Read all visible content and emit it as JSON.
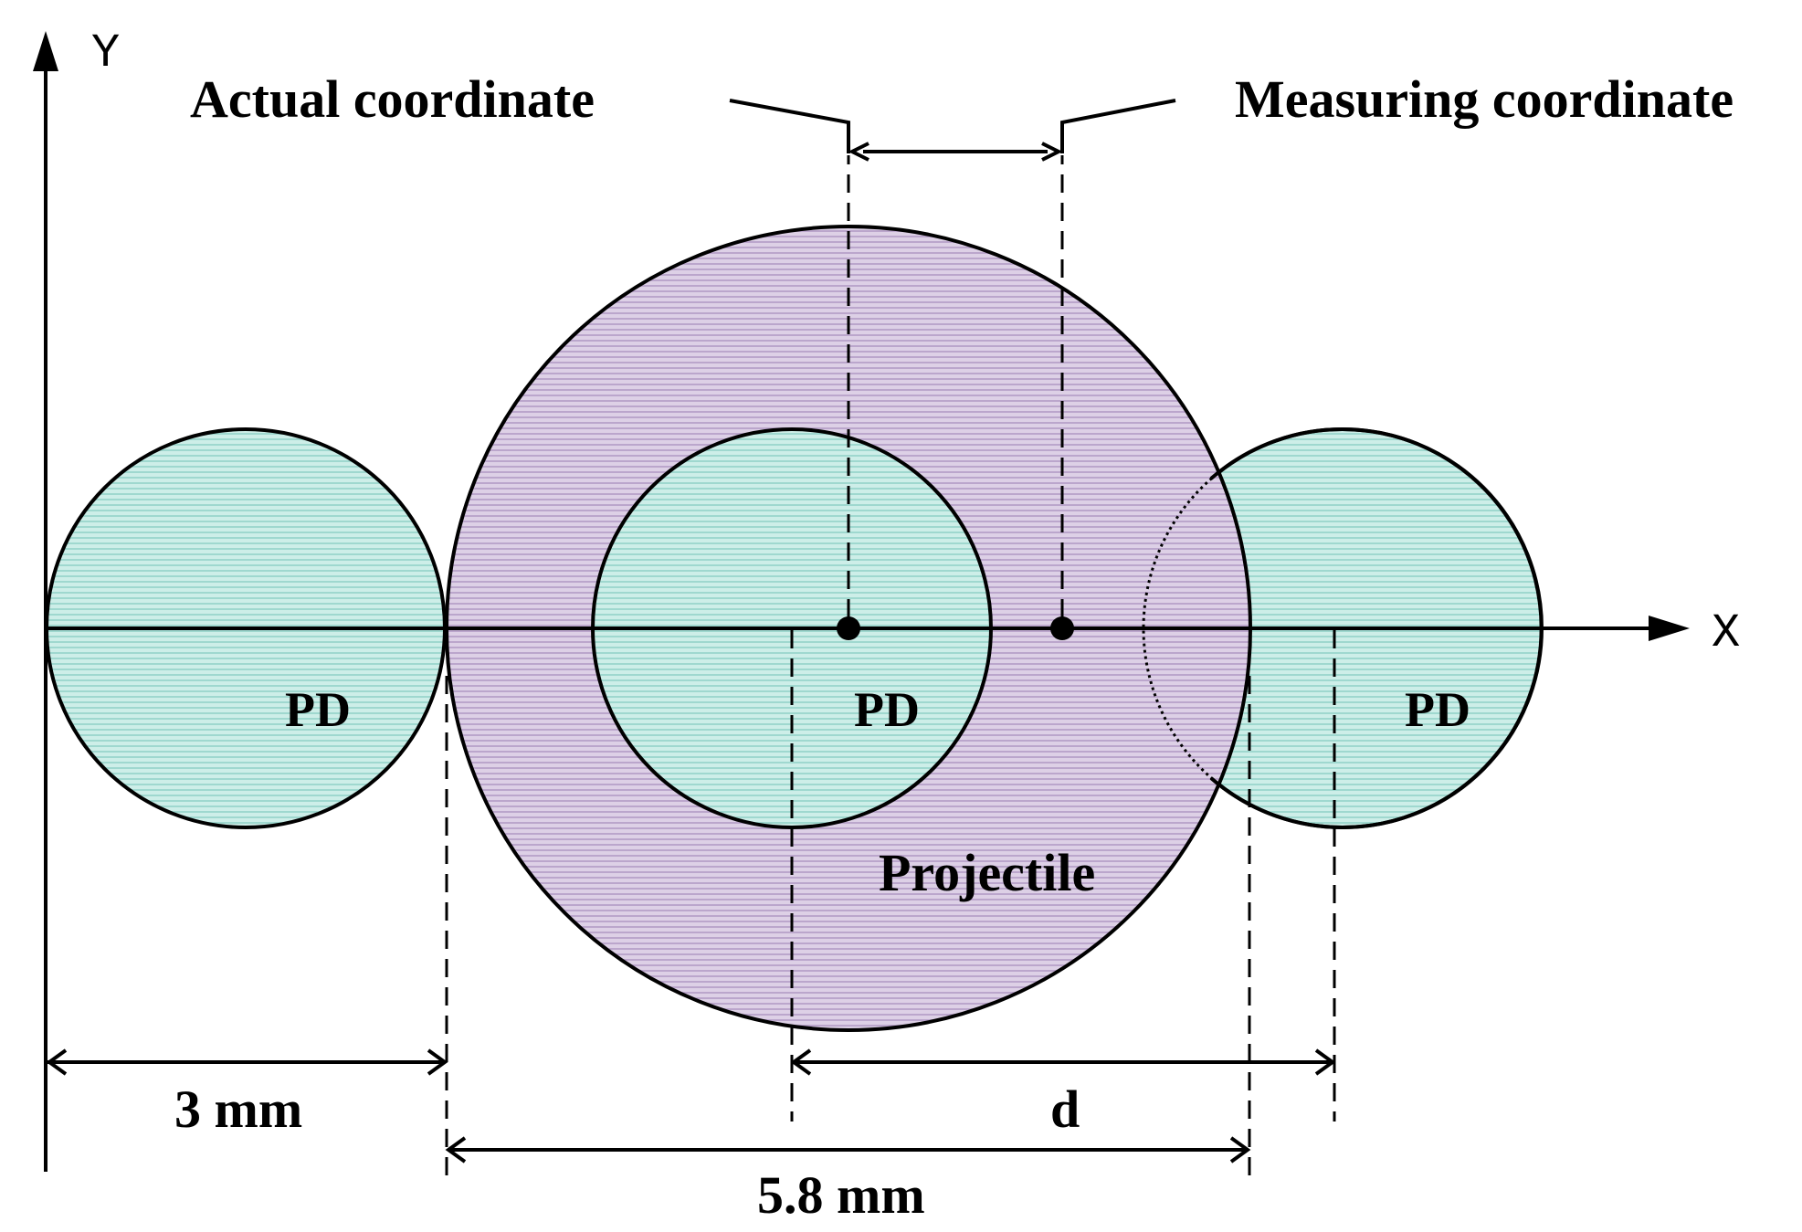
{
  "axes": {
    "y_label": "Y",
    "x_label": "X"
  },
  "labels": {
    "actual_coordinate": "Actual coordinate",
    "measuring_coordinate": "Measuring coordinate",
    "pd_left": "PD",
    "pd_center": "PD",
    "pd_right": "PD",
    "projectile": "Projectile",
    "dim_3mm": "3 mm",
    "dim_d": "d",
    "dim_5_8mm": "5.8 mm"
  },
  "colors": {
    "pd_fill": "#cdeee8",
    "pd_hatch": "#9fd8cf",
    "projectile_fill": "#ddd0e6",
    "projectile_hatch": "#bba6cc",
    "line": "#000000"
  }
}
